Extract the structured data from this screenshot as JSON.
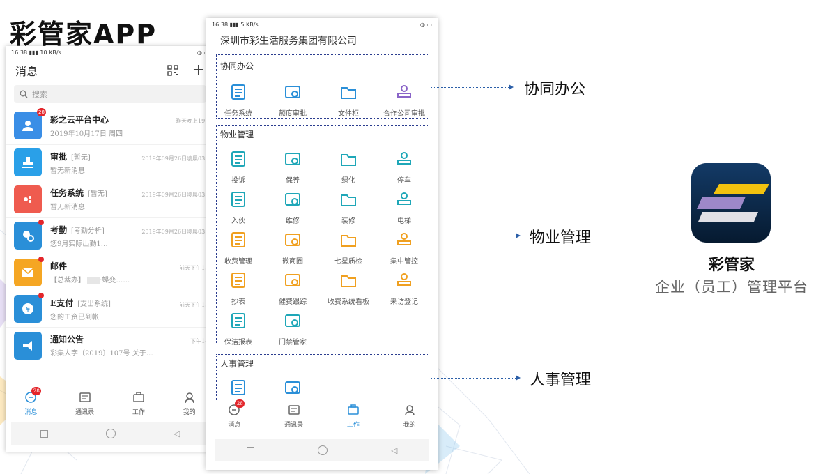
{
  "slide": {
    "title": "彩管家APP"
  },
  "phone_messages": {
    "status": {
      "time": "16:38",
      "speed": "10 KB/s"
    },
    "header": {
      "title": "消息"
    },
    "search": {
      "placeholder": "搜索"
    },
    "messages": [
      {
        "title": "彩之云平台中心",
        "tag": "",
        "sub": "2019年10月17日 周四",
        "time": "昨天晚上19:5",
        "badge": "28",
        "color": "#3a8ee6",
        "icon": "users-icon"
      },
      {
        "title": "审批",
        "tag": "[暂无]",
        "sub": "暂无新消息",
        "time": "2019年09月26日凌晨03:4",
        "badge": "",
        "color": "#2aa0e8",
        "icon": "stamp-icon"
      },
      {
        "title": "任务系统",
        "tag": "[暂无]",
        "sub": "暂无新消息",
        "time": "2019年09月26日凌晨03:4",
        "badge": "",
        "color": "#ef5b4f",
        "icon": "task-icon"
      },
      {
        "title": "考勤",
        "tag": "[考勤分析]",
        "sub": "您9月实际出勤1…",
        "time": "2019年09月26日凌晨03:4",
        "badge": "dot",
        "color": "#2a8fd8",
        "icon": "attendance-icon"
      },
      {
        "title": "邮件",
        "tag": "",
        "sub": "【总裁办】",
        "sub2": "·蝶变……",
        "time": "前天下午15:",
        "badge": "dot",
        "color": "#f5a623",
        "icon": "mail-icon"
      },
      {
        "title": "E支付",
        "tag": "[支出系统]",
        "sub": "您的工资已到帐",
        "time": "前天下午15:",
        "badge": "dot",
        "color": "#2a8fd8",
        "icon": "yen-icon"
      },
      {
        "title": "通知公告",
        "tag": "",
        "sub": "彩集人字〔2019〕107号 关于…",
        "time": "下午14:",
        "badge": "",
        "color": "#2a8fd8",
        "icon": "megaphone-icon"
      }
    ],
    "nav": [
      {
        "label": "消息",
        "badge": "28",
        "active": true
      },
      {
        "label": "通讯录",
        "badge": "",
        "active": false
      },
      {
        "label": "工作",
        "badge": "",
        "active": false
      },
      {
        "label": "我的",
        "badge": "",
        "active": false
      }
    ]
  },
  "phone_work": {
    "status": {
      "time": "16:38",
      "speed": "5 KB/s"
    },
    "company": "深圳市彩生活服务集团有限公司",
    "sections": [
      {
        "title": "协同办公",
        "items": [
          "任务系统",
          "额度审批",
          "文件柜",
          "合作公司审批"
        ]
      },
      {
        "title": "物业管理",
        "items": [
          "投诉",
          "保养",
          "绿化",
          "停车",
          "入伙",
          "维修",
          "装修",
          "电梯",
          "收费管理",
          "微商圈",
          "七星质检",
          "集中管控",
          "抄表",
          "催费跟踪",
          "收费系统看板",
          "来访登记",
          "保洁报表",
          "门禁管家"
        ]
      },
      {
        "title": "人事管理",
        "items": [
          "",
          ""
        ]
      }
    ],
    "nav": [
      {
        "label": "消息",
        "badge": "28",
        "active": false
      },
      {
        "label": "通讯录",
        "badge": "",
        "active": false
      },
      {
        "label": "工作",
        "badge": "",
        "active": true
      },
      {
        "label": "我的",
        "badge": "",
        "active": false
      }
    ]
  },
  "callouts": [
    "协同办公",
    "物业管理",
    "人事管理"
  ],
  "app": {
    "name": "彩管家",
    "subtitle": "企业（员工）管理平台"
  },
  "colors": {
    "accent": "#2a8fd8",
    "icon_teal": "#1fa7b8",
    "icon_orange": "#f0a020",
    "icon_purple": "#8a64c8",
    "badge": "#e3262b"
  }
}
